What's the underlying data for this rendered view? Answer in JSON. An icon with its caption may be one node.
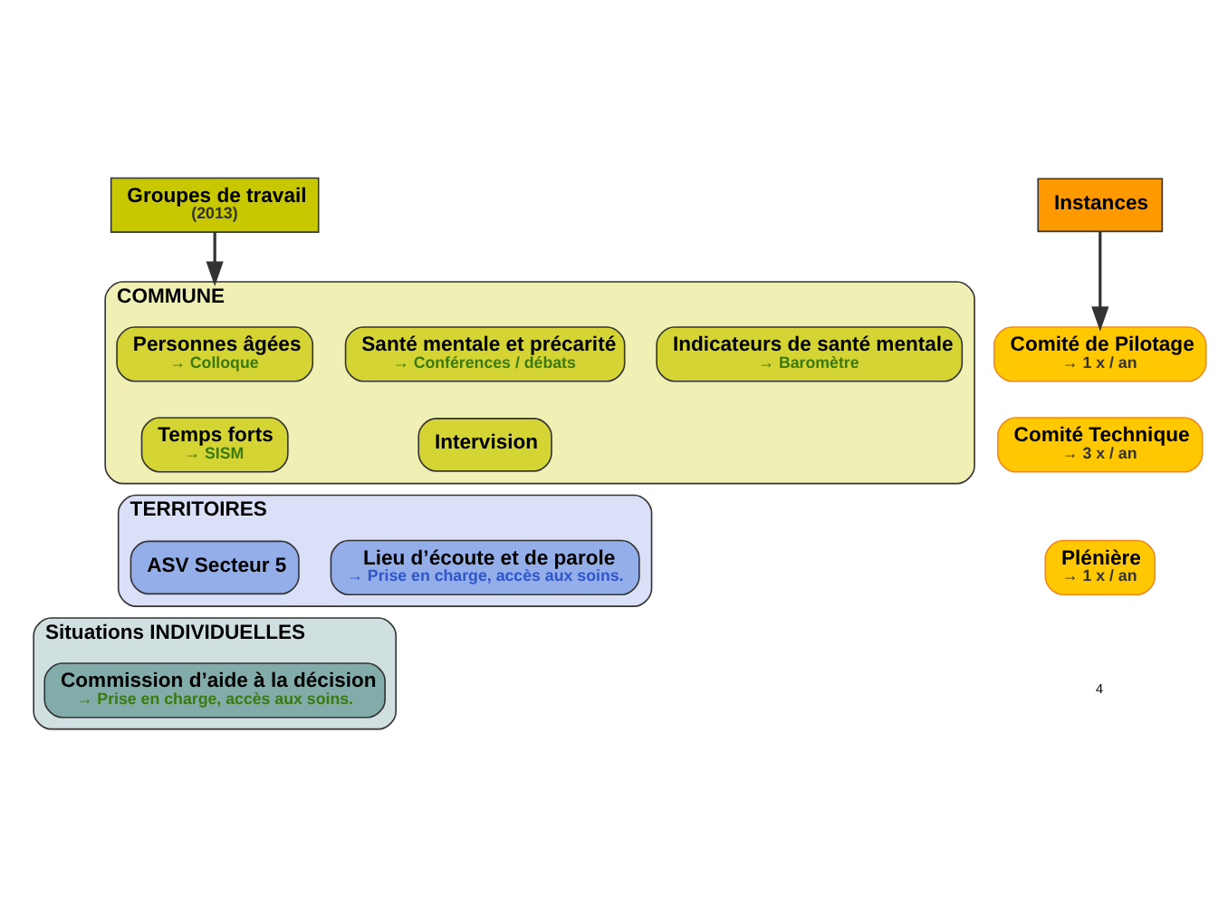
{
  "diagram": {
    "nodes": [
      {
        "text": [
          "Groupes de travail",
          "(2013)"
        ]
      },
      {
        "text": [
          "Instances"
        ]
      },
      {
        "text": [
          "COMMUNE"
        ]
      },
      {
        "text": [
          "Personnes âgées",
          "→ Colloque"
        ],
        "in": 2
      },
      {
        "text": [
          "Santé mentale et précarité",
          "→ Conférences / débats"
        ],
        "in": 2
      },
      {
        "text": [
          "Indicateurs de santé mentale",
          "→ Baromètre"
        ],
        "in": 2
      },
      {
        "text": [
          "Temps forts",
          "→ SISM"
        ],
        "in": 2
      },
      {
        "text": [
          "Intervision"
        ],
        "in": 2
      },
      {
        "text": [
          "TERRITOIRES"
        ]
      },
      {
        "text": [
          "ASV Secteur 5"
        ],
        "in": 8
      },
      {
        "text": [
          "Lieu d’écoute et de parole",
          "→ Prise en charge, accès aux soins."
        ],
        "in": 8
      },
      {
        "text": [
          "Situations INDIVIDUELLES"
        ]
      },
      {
        "text": [
          "Commission d’aide à la décision",
          "→ Prise en charge, accès aux soins."
        ],
        "in": 11
      },
      {
        "text": [
          "Comité de Pilotage",
          "→ 1 x / an"
        ]
      },
      {
        "text": [
          "Comité Technique",
          "→ 3 x / an"
        ]
      },
      {
        "text": [
          "Plénière",
          "→ 1 x / an"
        ]
      }
    ],
    "edges": [
      {
        "from": 0,
        "to": 2,
        "arrow": "to"
      },
      {
        "from": 1,
        "to": 13,
        "arrow": "to"
      }
    ],
    "labels": [
      "4"
    ]
  }
}
